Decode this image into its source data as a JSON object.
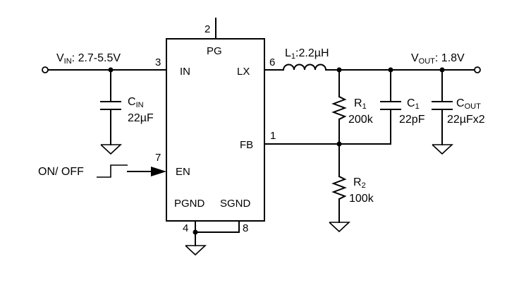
{
  "ic": {
    "pins": {
      "pg": {
        "num": "2",
        "name": "PG"
      },
      "in": {
        "num": "3",
        "name": "IN"
      },
      "lx": {
        "num": "6",
        "name": "LX"
      },
      "fb": {
        "num": "1",
        "name": "FB"
      },
      "en": {
        "num": "7",
        "name": "EN"
      },
      "pgnd": {
        "num": "4",
        "name": "PGND"
      },
      "sgnd": {
        "num": "8",
        "name": "SGND"
      }
    }
  },
  "vin": {
    "label": "V",
    "sub": "IN",
    "value": ": 2.7-5.5V"
  },
  "vout": {
    "label": "V",
    "sub": "OUT",
    "value": ": 1.8V"
  },
  "cin": {
    "label": "C",
    "sub": "IN",
    "value": "22µF"
  },
  "l1": {
    "label": "L",
    "sub": "1",
    "value": ":2.2µH"
  },
  "r1": {
    "label": "R",
    "sub": "1",
    "value": "200k"
  },
  "c1": {
    "label": "C",
    "sub": "1",
    "value": "22pF"
  },
  "cout": {
    "label": "C",
    "sub": "OUT",
    "value": "22µFx2"
  },
  "r2": {
    "label": "R",
    "sub": "2",
    "value": "100k"
  },
  "enable": {
    "label": "ON/ OFF"
  }
}
